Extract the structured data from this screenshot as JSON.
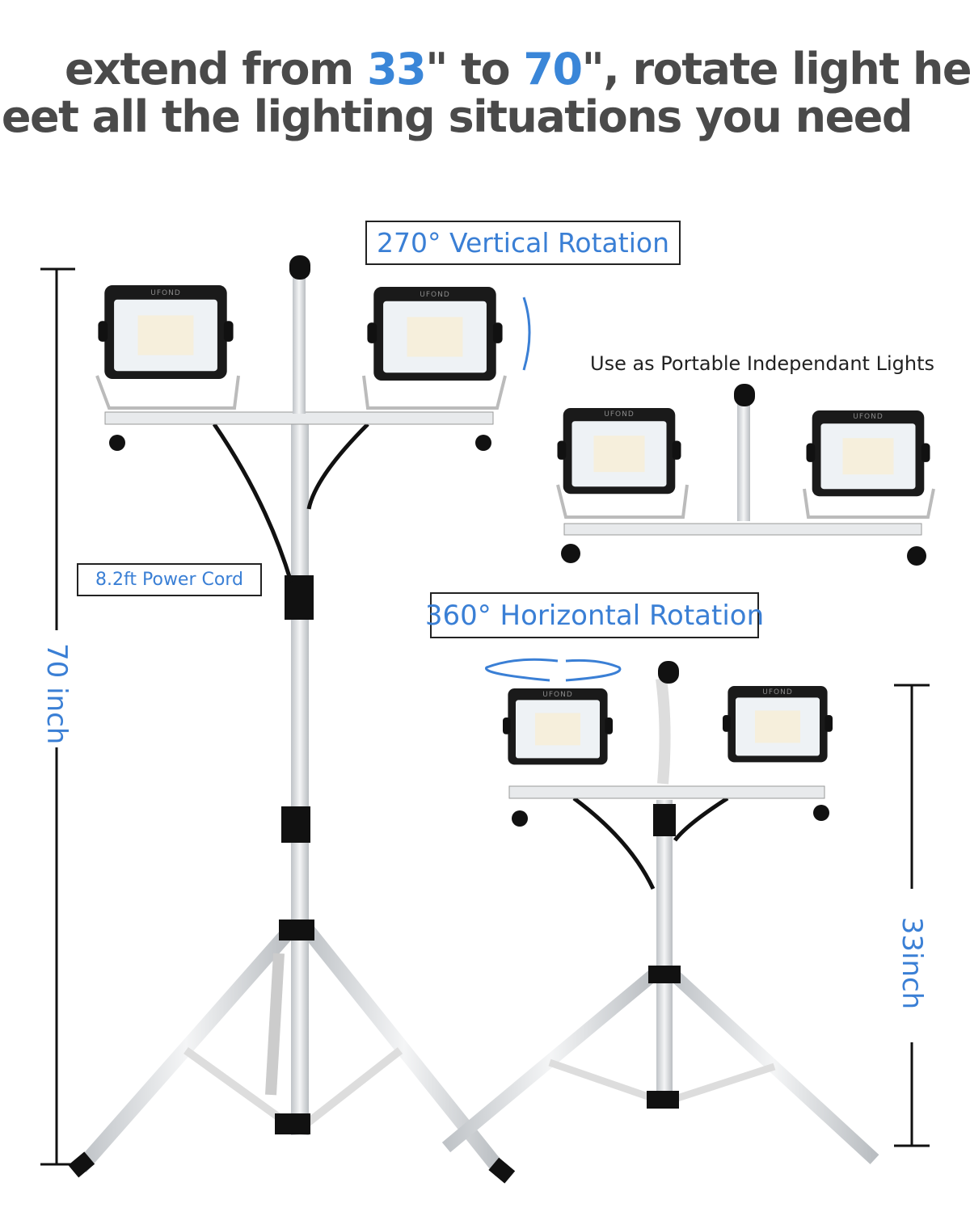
{
  "headline": {
    "line1_a": "extend from ",
    "line1_num1": "33",
    "line1_b": "\" to ",
    "line1_num2": "70",
    "line1_c": "\", rotate light heads",
    "line2": "meet all the lighting situations you need"
  },
  "callouts": {
    "vertical_rotation": "270° Vertical Rotation",
    "portable": "Use as Portable Independant Lights",
    "power_cord": "8.2ft Power Cord",
    "horizontal_rotation": "360° Horizontal Rotation"
  },
  "dimensions": {
    "max_height": "70 inch",
    "min_height": "33inch"
  },
  "brand_on_light": "UFOND",
  "colors": {
    "accent": "#3a7fd5",
    "text": "#4a4a4a",
    "frame": "#1a1a1a",
    "pole": "#e6e8ea"
  }
}
